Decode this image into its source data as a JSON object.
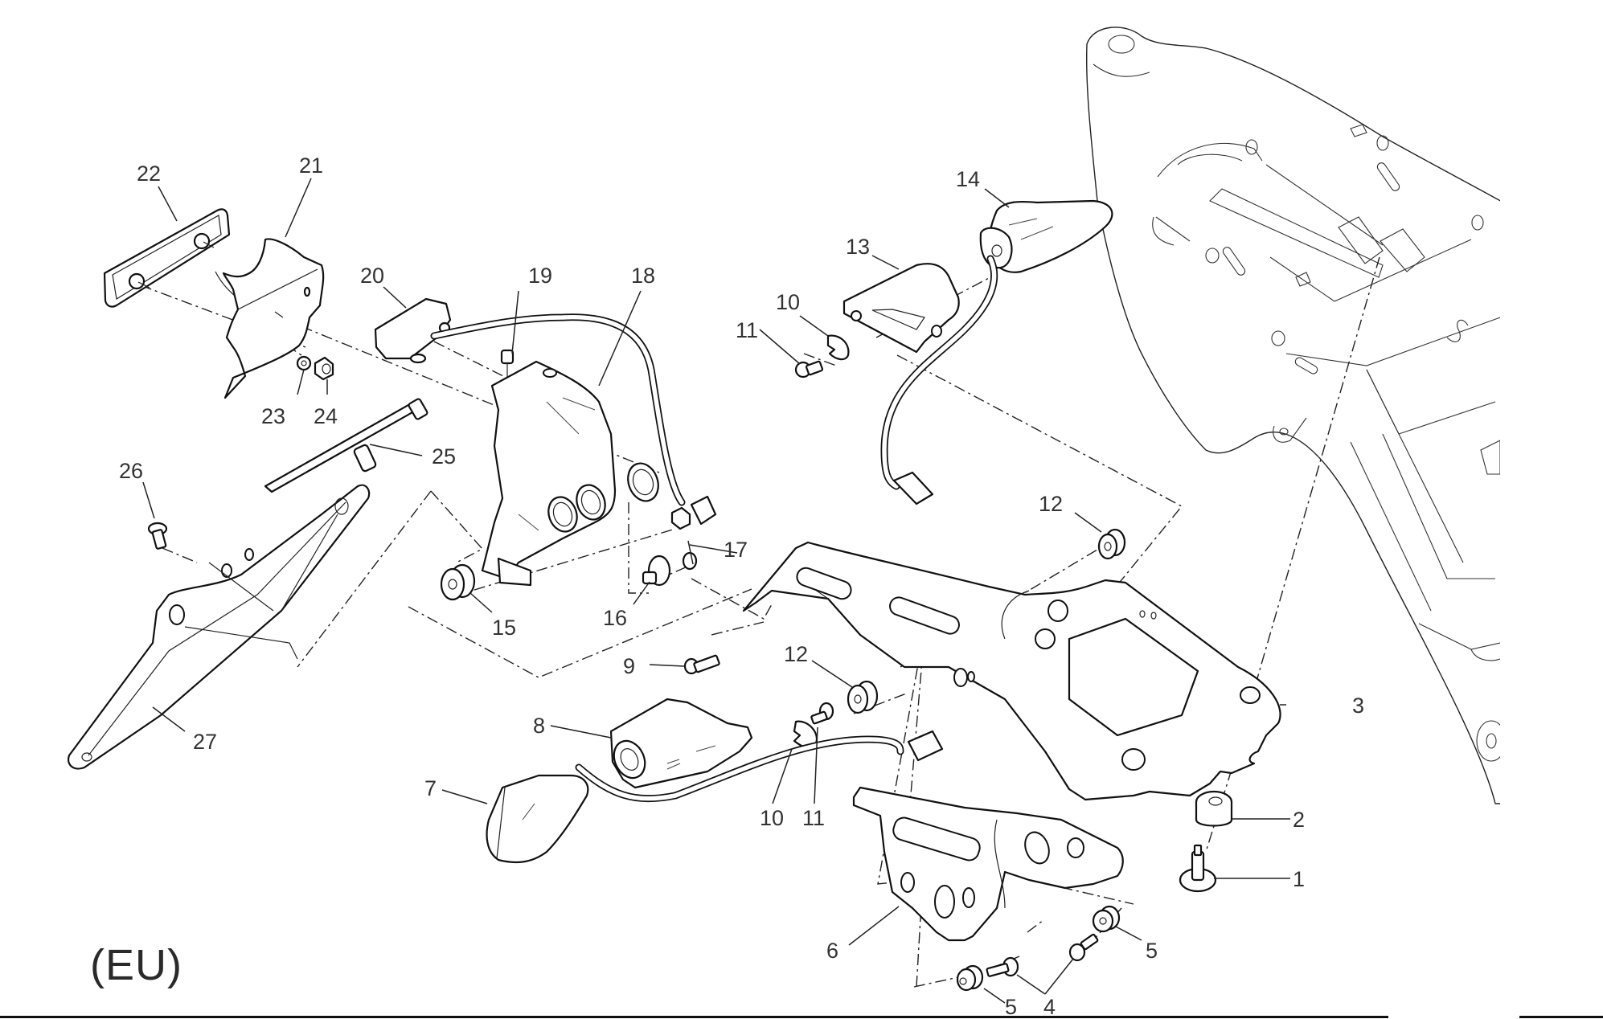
{
  "diagram": {
    "type": "exploded-parts-view",
    "region_label": "(EU)",
    "callouts": [
      "1",
      "2",
      "3",
      "4",
      "5",
      "5",
      "6",
      "7",
      "8",
      "9",
      "10",
      "10",
      "11",
      "11",
      "12",
      "12",
      "13",
      "14",
      "15",
      "16",
      "17",
      "18",
      "19",
      "20",
      "21",
      "22",
      "23",
      "24",
      "25",
      "26",
      "27"
    ]
  }
}
